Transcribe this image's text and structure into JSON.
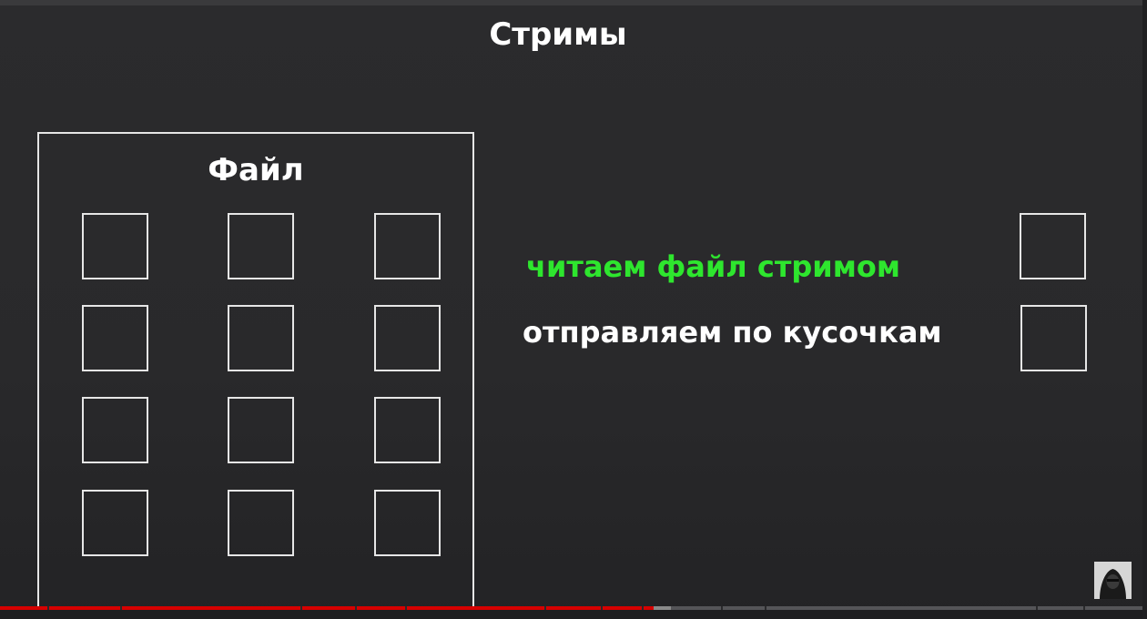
{
  "slide": {
    "title": "Стримы",
    "file_box": {
      "title": "Файл",
      "chunk_grid": {
        "rows": 4,
        "columns": 3
      }
    },
    "captions": {
      "step_read": "читаем файл стримом",
      "step_send": "отправляем по кусочкам"
    },
    "sent_chunks_count": 2
  },
  "player": {
    "progress_fraction": 0.57,
    "buffered_fraction": 0.585
  },
  "colors": {
    "background": "#2b2b2d",
    "outline": "#e6e6e6",
    "highlight_green": "#2ee62e",
    "progress_red": "#d60000"
  },
  "icons": {
    "avatar": "channel-avatar-icon"
  }
}
